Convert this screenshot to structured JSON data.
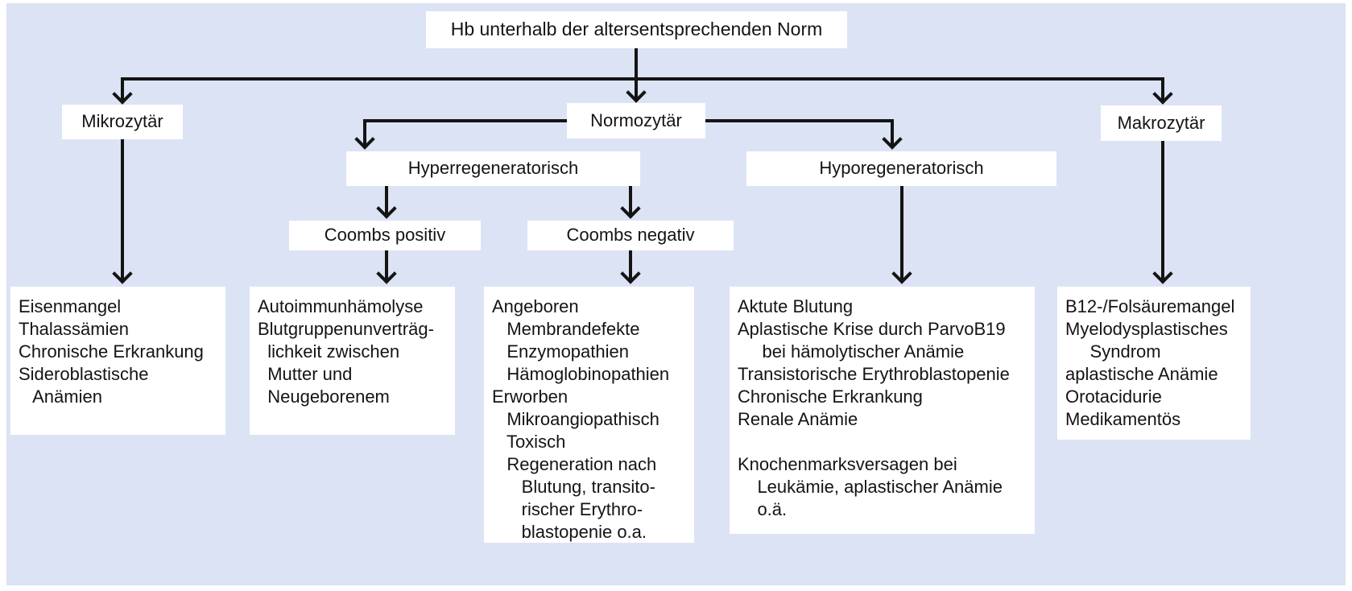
{
  "colors": {
    "background": "#dce3f5",
    "box": "#ffffff",
    "line": "#141414",
    "text": "#141414"
  },
  "root": {
    "label": "Hb unterhalb der altersentsprechenden Norm"
  },
  "level1": {
    "mikrozytaer": "Mikrozytär",
    "normozytaer": "Normozytär",
    "makrozytaer": "Makrozytär"
  },
  "level2": {
    "hyperregeneratorisch": "Hyperregeneratorisch",
    "hyporegeneratorisch": "Hyporegeneratorisch"
  },
  "level3": {
    "coombs_positiv": "Coombs positiv",
    "coombs_negativ": "Coombs negativ"
  },
  "leaves": {
    "mikrozytaer": "Eisenmangel\nThalassämien\nChronische Erkrankung\nSideroblastische\n   Anämien",
    "coombs_positiv": "Autoimmunhämolyse\nBlutgruppenunverträg-\n  lichkeit zwischen\n  Mutter und\n  Neugeborenem",
    "coombs_negativ": "Angeboren\n   Membrandefekte\n   Enzymopathien\n   Hämoglobinopathien\nErworben\n   Mikroangiopathisch\n   Toxisch\n   Regeneration nach\n      Blutung, transito-\n      rischer Erythro-\n      blastopenie o.a.",
    "hyporegeneratorisch": "Aktute Blutung\nAplastische Krise durch ParvoB19\n     bei hämolytischer Anämie\nTransistorische Erythroblastopenie\nChronische Erkrankung\nRenale Anämie\n\nKnochenmarksversagen bei\n    Leukämie, aplastischer Anämie\n    o.ä.",
    "makrozytaer": "B12-/Folsäuremangel\nMyelodysplastisches\n     Syndrom\naplastische Anämie\nOrotacidurie\nMedikamentös"
  }
}
